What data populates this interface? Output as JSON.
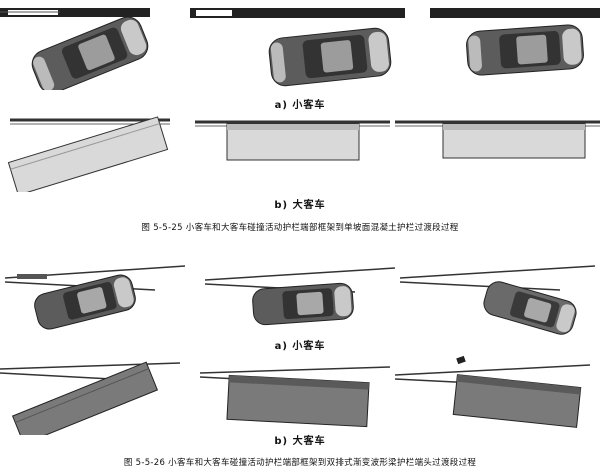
{
  "figure_25": {
    "sub_a": "a) 小客车",
    "sub_b": "b) 大客车",
    "caption": "图 5-5-25  小客车和大客车碰撞活动护栏端部框架到单坡面混凝土护栏过渡段过程"
  },
  "figure_26": {
    "sub_a": "a) 小客车",
    "sub_b": "b) 大客车",
    "caption": "图 5-5-26  小客车和大客车碰撞活动护栏端部框架到双排式渐变波形梁护栏端头过渡段过程"
  },
  "colors": {
    "car_body": "#6a6a6a",
    "car_roof": "#3e3e3e",
    "bus_body": "#d8d8d8",
    "bus_body_dark": "#7a7a7a",
    "barrier": "#333333"
  }
}
